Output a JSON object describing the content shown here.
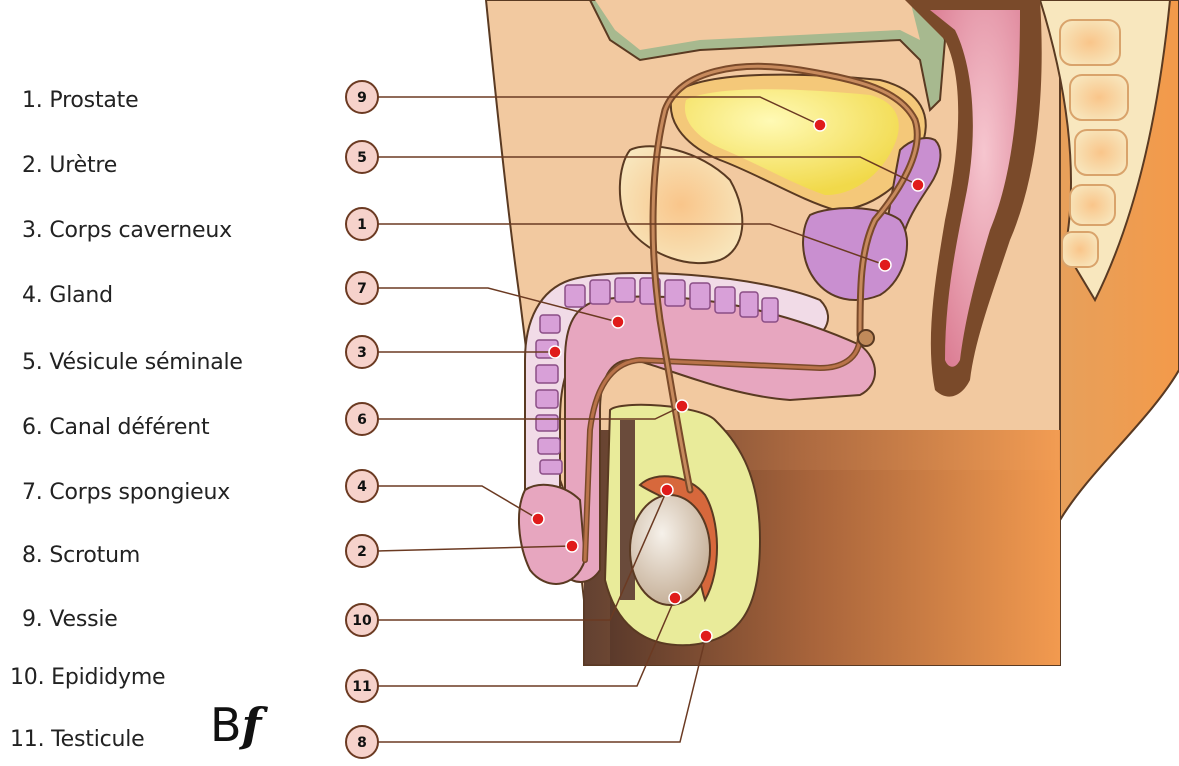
{
  "legend": [
    "1. Prostate",
    "2. Urètre",
    "3. Corps caverneux",
    "4. Gland",
    "5. Vésicule séminale",
    "6. Canal déférent",
    "7. Corps spongieux",
    "8. Scrotum",
    "9. Vessie",
    "10. Epididyme",
    "11. Testicule"
  ],
  "callouts": [
    "9",
    "5",
    "1",
    "7",
    "3",
    "6",
    "4",
    "2",
    "10",
    "11",
    "8"
  ],
  "brand": {
    "b": "B",
    "f": "f"
  },
  "colors": {
    "skin": "#f2c9a0",
    "skin_outline": "#5a3a22",
    "bladder": "#f4e06a",
    "prostate": "#c98fd0",
    "spongy": "#e7a6bf",
    "cavernous": "#f1dbe7",
    "testis": "#e6dccd",
    "dot": "#e01b1b",
    "callout_fill": "#f6d2cb"
  }
}
